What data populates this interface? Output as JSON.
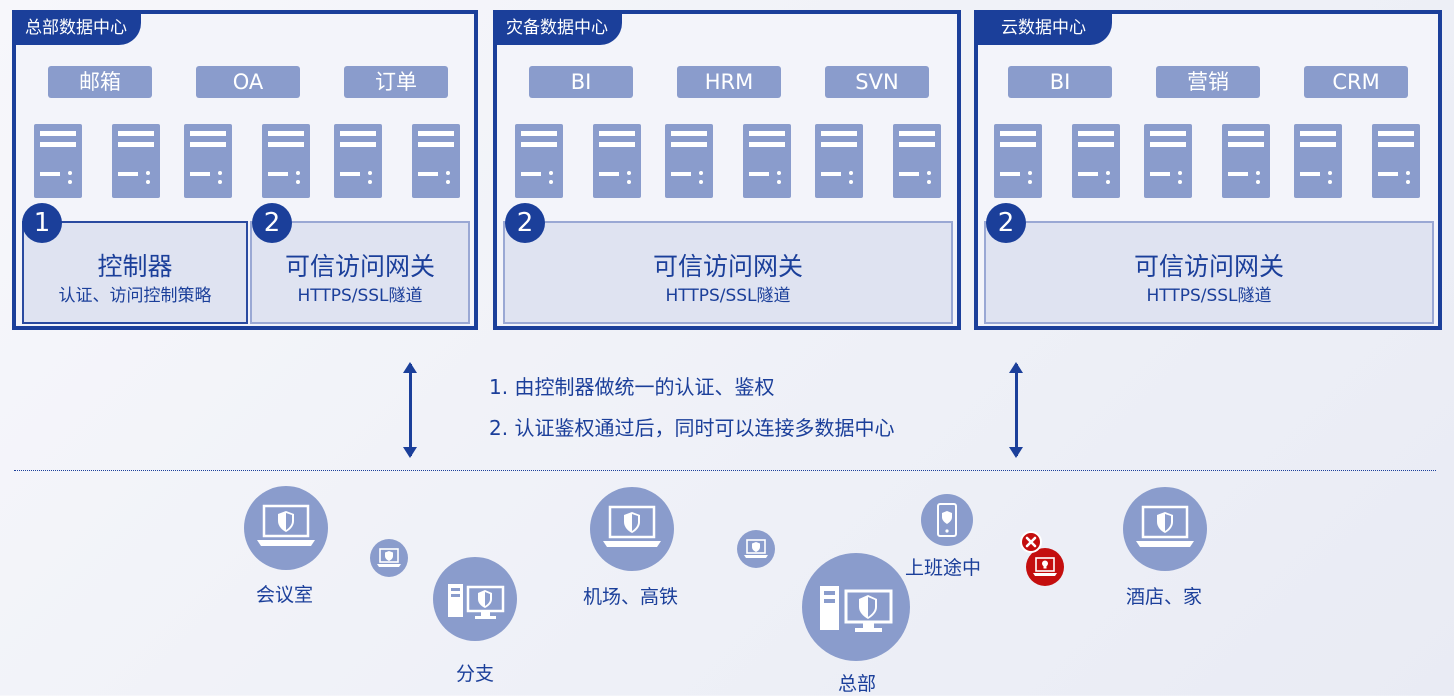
{
  "datacenters": [
    {
      "title": "总部数据中心",
      "apps": [
        "邮箱",
        "OA",
        "订单"
      ]
    },
    {
      "title": "灾备数据中心",
      "apps": [
        "BI",
        "HRM",
        "SVN"
      ]
    },
    {
      "title": "云数据中心",
      "apps": [
        "BI",
        "营销",
        "CRM"
      ]
    }
  ],
  "controller": {
    "number": "1",
    "title": "控制器",
    "subtitle": "认证、访问控制策略"
  },
  "gateway": {
    "number": "2",
    "title": "可信访问网关",
    "subtitle": "HTTPS/SSL隧道"
  },
  "notes": [
    "1. 由控制器做统一的认证、鉴权",
    "2. 认证鉴权通过后，同时可以连接多数据中心"
  ],
  "locations": {
    "meeting": "会议室",
    "branch": "分支",
    "airport": "机场、高铁",
    "hq": "总部",
    "commute": "上班途中",
    "hotel": "酒店、家"
  },
  "colors": {
    "primary": "#1b3f9a",
    "icon": "#8a9ccc",
    "panel": "#dfe3f1",
    "alert": "#c40e0e"
  }
}
